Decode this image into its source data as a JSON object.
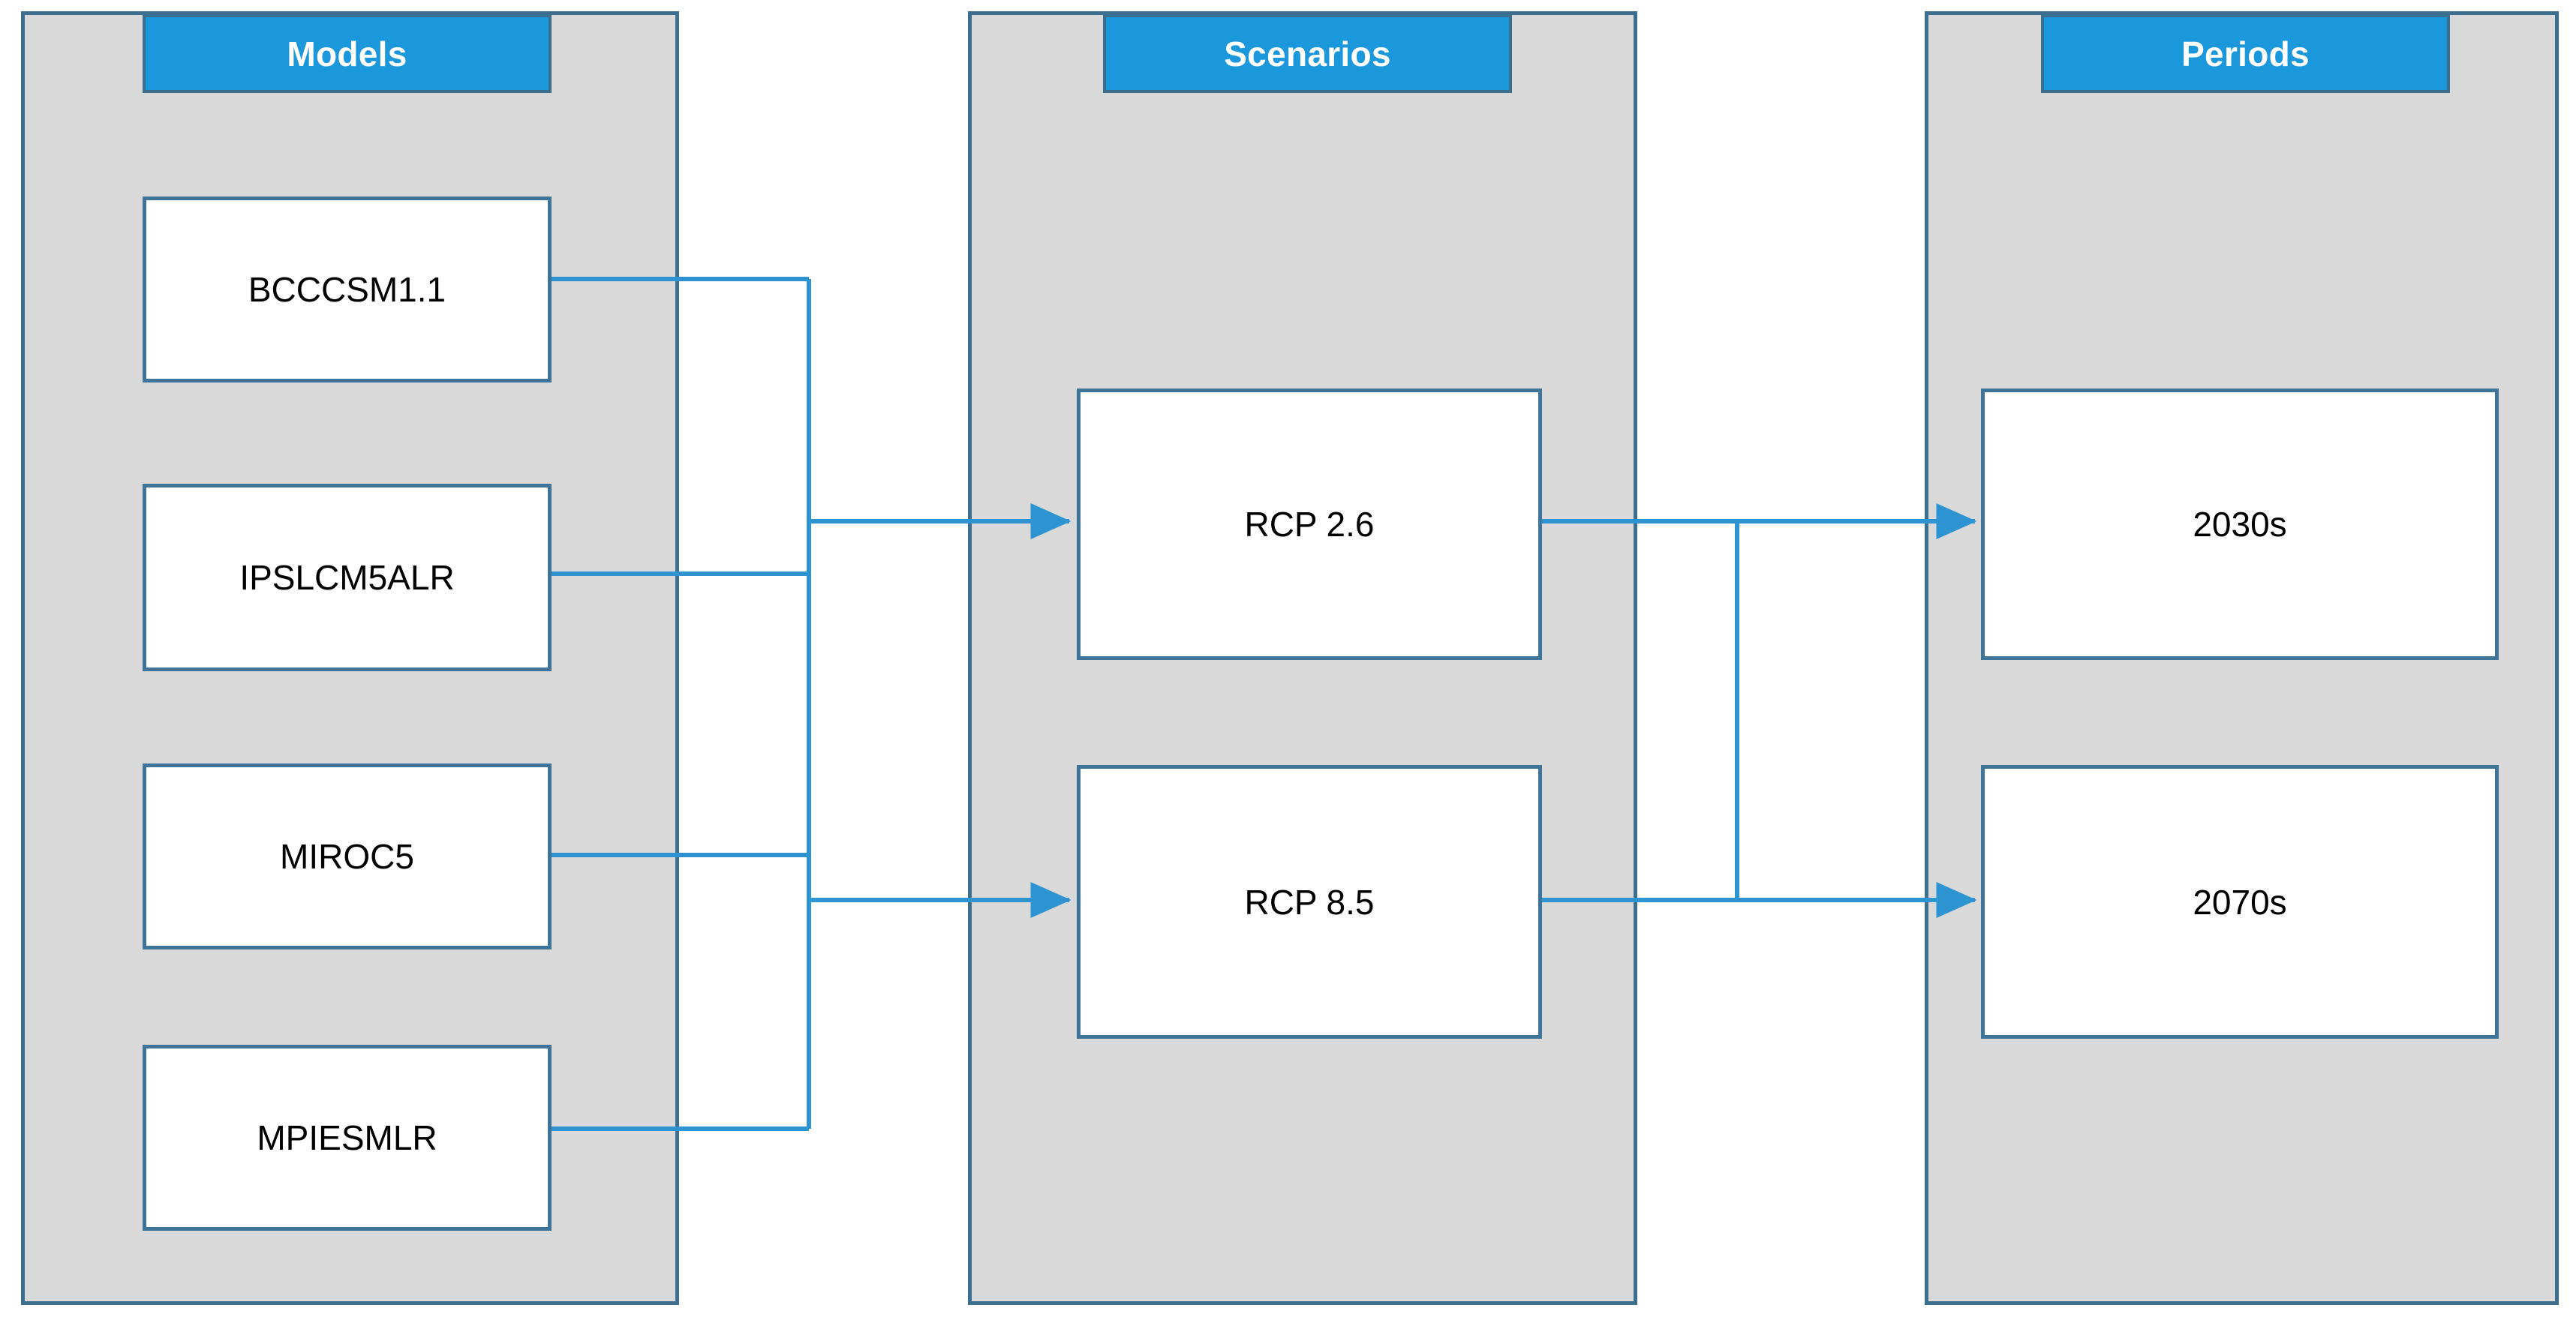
{
  "diagram": {
    "type": "flow",
    "title": "",
    "colors": {
      "panel_fill": "#d9d9d9",
      "panel_border": "#3c6e8f",
      "header_fill": "#1b97dc",
      "header_text": "#ffffff",
      "node_fill": "#ffffff",
      "node_border": "#3e7499",
      "connector": "#2e93d1",
      "node_text": "#000000",
      "background": "#ffffff"
    },
    "groups": [
      {
        "id": "models",
        "header": "Models",
        "nodes": [
          {
            "id": "bcccsm",
            "label": "BCCCSM1.1"
          },
          {
            "id": "ipslcm",
            "label": "IPSLCM5ALR"
          },
          {
            "id": "miroc",
            "label": "MIROC5"
          },
          {
            "id": "mpiesm",
            "label": "MPIESMLR"
          }
        ]
      },
      {
        "id": "scenarios",
        "header": "Scenarios",
        "nodes": [
          {
            "id": "rcp26",
            "label": "RCP 2.6"
          },
          {
            "id": "rcp85",
            "label": "RCP 8.5"
          }
        ]
      },
      {
        "id": "periods",
        "header": "Periods",
        "nodes": [
          {
            "id": "p2030",
            "label": "2030s"
          },
          {
            "id": "p2070",
            "label": "2070s"
          }
        ]
      }
    ],
    "edges": [
      {
        "from": "bcccsm",
        "to": "scenarios-bus",
        "arrow": false
      },
      {
        "from": "ipslcm",
        "to": "scenarios-bus",
        "arrow": false
      },
      {
        "from": "miroc",
        "to": "scenarios-bus",
        "arrow": false
      },
      {
        "from": "mpiesm",
        "to": "scenarios-bus",
        "arrow": false
      },
      {
        "from": "scenarios-bus",
        "to": "rcp26",
        "arrow": true
      },
      {
        "from": "scenarios-bus",
        "to": "rcp85",
        "arrow": true
      },
      {
        "from": "rcp26",
        "to": "p2030",
        "arrow": true
      },
      {
        "from": "rcp85",
        "to": "p2070",
        "arrow": true
      },
      {
        "from": "rcp26",
        "to": "periods-bus",
        "arrow": false
      },
      {
        "from": "rcp85",
        "to": "periods-bus",
        "arrow": false
      }
    ]
  }
}
